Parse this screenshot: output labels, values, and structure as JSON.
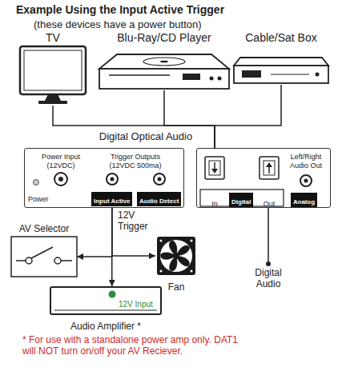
{
  "diagram": {
    "title": "Example Using the Input Active Trigger",
    "nodes": [
      {
        "text": [
          "TV"
        ]
      },
      {
        "text": [
          "Blu-Ray/CD Player"
        ]
      },
      {
        "text": [
          "Cable/Sat Box"
        ]
      },
      {
        "text": [
          "Power Input (12VDC)",
          "Trigger Outputs (12VDC 500ma)",
          "Power"
        ]
      },
      {
        "text": [
          "Input Active"
        ],
        "in": 3
      },
      {
        "text": [
          "Audio Detect"
        ],
        "in": 3
      },
      {
        "text": [
          "Left/Right Audio Out"
        ]
      },
      {
        "text": [
          "In"
        ],
        "in": 6
      },
      {
        "text": [
          "Digital"
        ],
        "in": 6
      },
      {
        "text": [
          "Out"
        ],
        "in": 6
      },
      {
        "text": [
          "Analog"
        ],
        "in": 6
      },
      {
        "text": [
          "AV Selector"
        ]
      },
      {
        "text": [
          "Fan"
        ]
      },
      {
        "text": [
          "12V Input",
          "Audio Amplifier *"
        ]
      }
    ],
    "edges": [
      {
        "from": 0,
        "to": 7,
        "arrow": "to"
      },
      {
        "from": 1,
        "to": 7,
        "arrow": "to",
        "label": "Digital Optical Audio"
      },
      {
        "from": 2,
        "to": 7,
        "arrow": "to"
      },
      {
        "from": 4,
        "to": 11,
        "arrow": "to"
      },
      {
        "from": 4,
        "to": 12,
        "arrow": "to"
      },
      {
        "from": 4,
        "to": 13,
        "arrow": "to",
        "label": "12V Trigger"
      }
    ],
    "labels": [
      "(these devices have a power button)",
      "Digital Audio",
      "* For use with a standalone power amp only. DAT1 will NOT turn on/off your AV Reciever."
    ]
  }
}
